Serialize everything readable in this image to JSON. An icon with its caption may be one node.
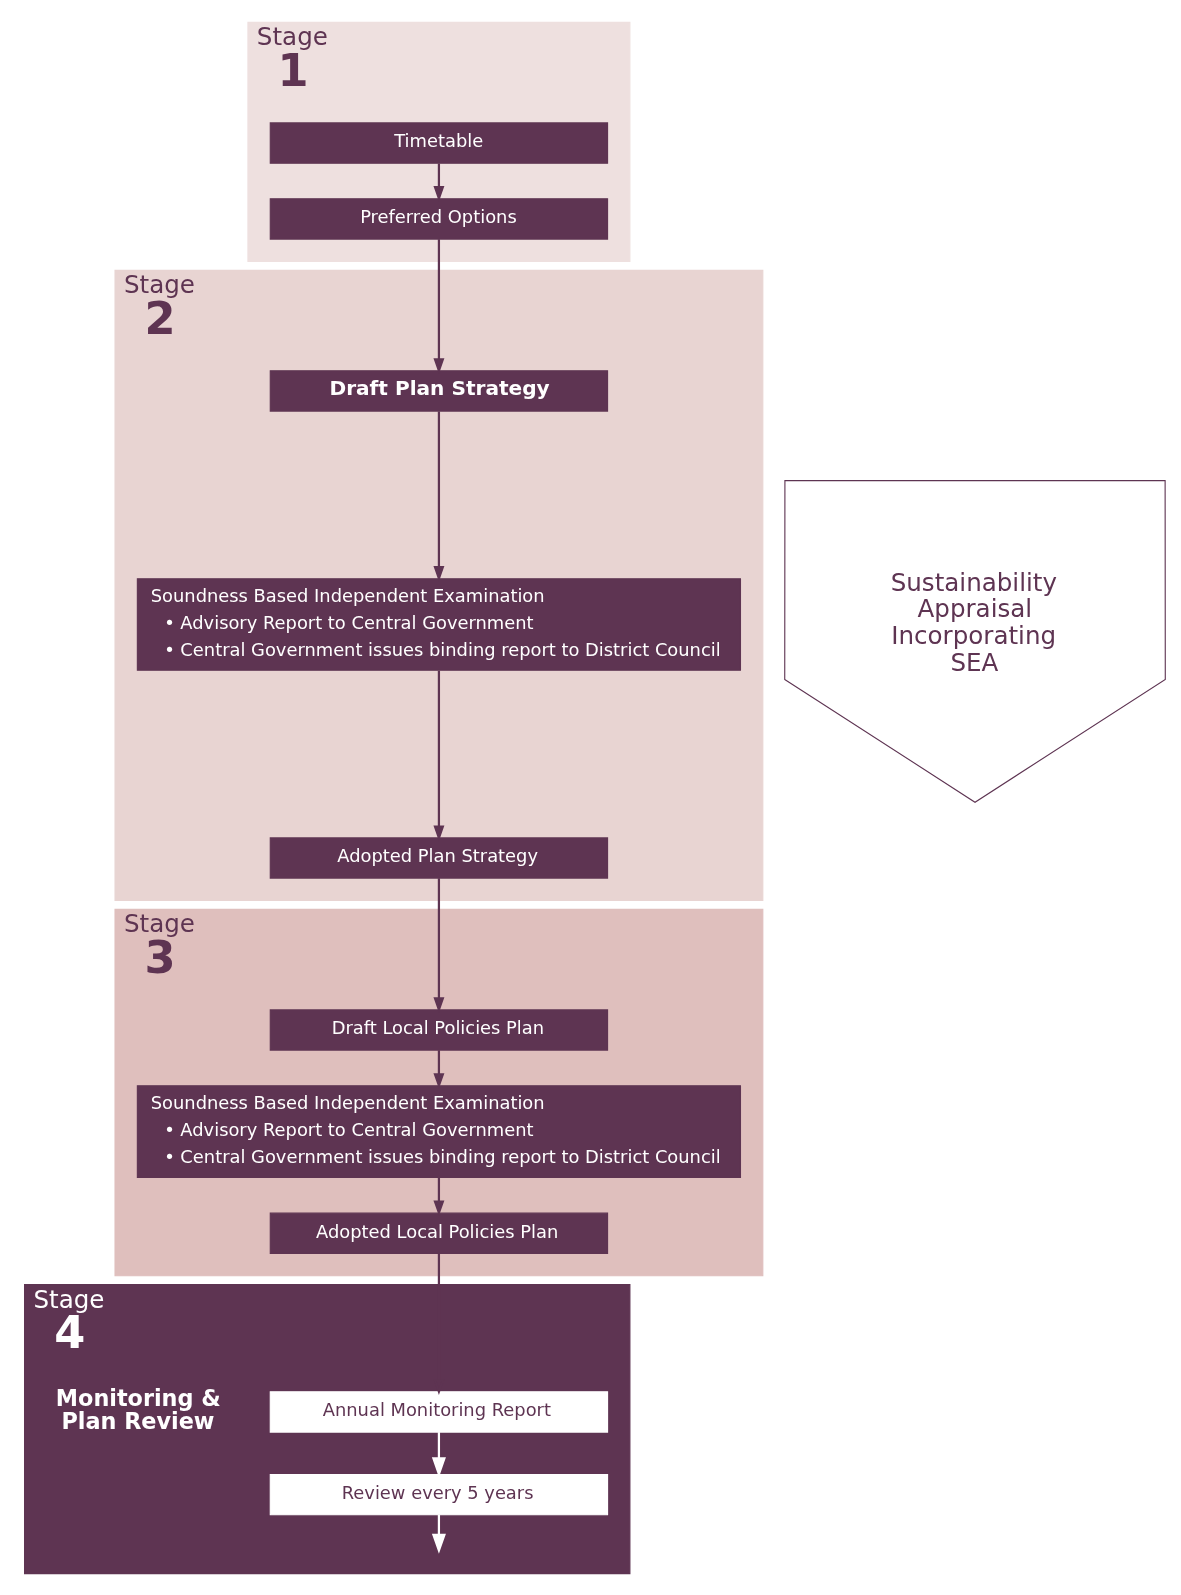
{
  "diagram": {
    "nodes": [
      {
        "text": [
          "Stage",
          "1"
        ]
      },
      {
        "text": [
          "Timetable"
        ],
        "in": 0
      },
      {
        "text": [
          "Preferred Options"
        ],
        "in": 0
      },
      {
        "text": [
          "Stage",
          "2"
        ]
      },
      {
        "text": [
          "Draft Plan Strategy"
        ],
        "in": 3
      },
      {
        "text": [
          "Soundness Based Independent Examination",
          "• Advisory Report to Central Government",
          "• Central Government issues binding report to District Council"
        ],
        "in": 3
      },
      {
        "text": [
          "Adopted Plan Strategy"
        ],
        "in": 3
      },
      {
        "text": [
          "Stage",
          "3"
        ]
      },
      {
        "text": [
          "Draft Local Policies Plan"
        ],
        "in": 7
      },
      {
        "text": [
          "Soundness Based Independent Examination",
          "• Advisory Report to Central Government",
          "• Central Government issues binding report to District Council"
        ],
        "in": 7
      },
      {
        "text": [
          "Adopted Local Policies Plan"
        ],
        "in": 7
      },
      {
        "text": [
          "Stage",
          "4"
        ]
      },
      {
        "text": [
          "Annual Monitoring Report"
        ],
        "in": 11
      },
      {
        "text": [
          "Review every 5 years"
        ],
        "in": 11
      },
      {
        "text": [
          "Sustainability Appraisal Incorporating SEA"
        ]
      }
    ],
    "edges": [
      {
        "from": 1,
        "to": 2,
        "arrow": "to"
      },
      {
        "from": 2,
        "to": 4,
        "arrow": "to"
      },
      {
        "from": 4,
        "to": 5,
        "arrow": "to"
      },
      {
        "from": 5,
        "to": 6,
        "arrow": "to"
      },
      {
        "from": 6,
        "to": 8,
        "arrow": "to"
      },
      {
        "from": 8,
        "to": 9,
        "arrow": "to"
      },
      {
        "from": 9,
        "to": 10,
        "arrow": "to"
      },
      {
        "from": 10,
        "to": 12,
        "arrow": "to"
      },
      {
        "from": 12,
        "to": 13,
        "arrow": "to",
        "color": "#ffffff"
      },
      {
        "from": 13,
        "to": null,
        "arrow": "to",
        "color": "#ffffff"
      }
    ],
    "labels": [
      "Monitoring & Plan Review"
    ]
  }
}
